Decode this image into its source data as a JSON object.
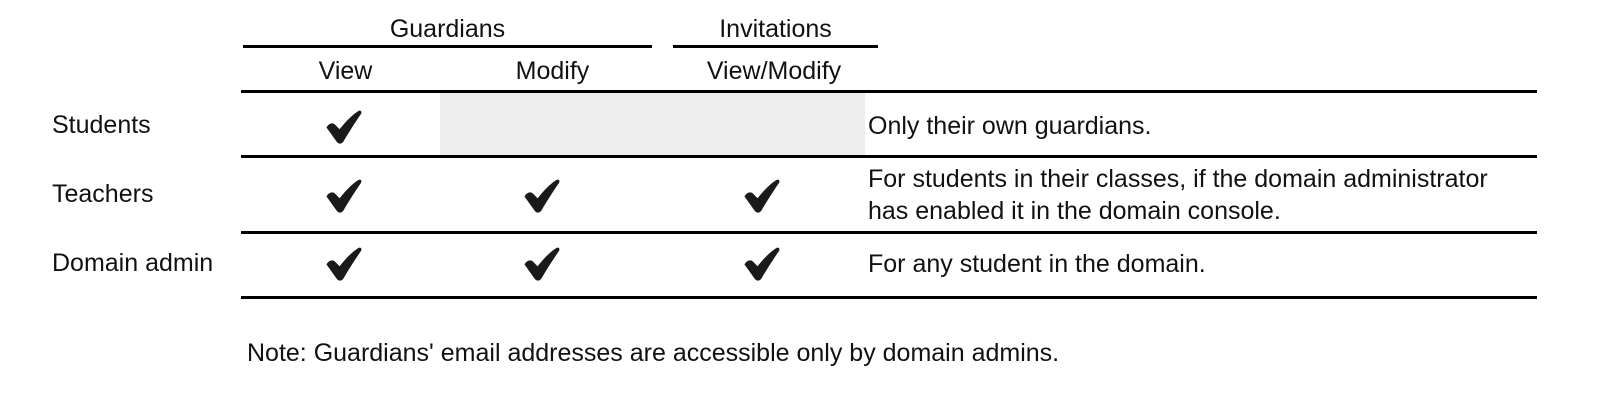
{
  "table": {
    "column_groups": [
      {
        "label": "Guardians",
        "span": 2
      },
      {
        "label": "Invitations",
        "span": 1
      }
    ],
    "columns": [
      {
        "key": "view",
        "label": "View",
        "group": "Guardians"
      },
      {
        "key": "modify",
        "label": "Modify",
        "group": "Guardians"
      },
      {
        "key": "view_modify",
        "label": "View/Modify",
        "group": "Invitations"
      }
    ],
    "rows": [
      {
        "label": "Students",
        "view": "check",
        "modify": "shaded",
        "view_modify": "empty",
        "description": "Only their own guardians."
      },
      {
        "label": "Teachers",
        "view": "check",
        "modify": "check",
        "view_modify": "check",
        "description": "For students in their classes, if the domain administrator has enabled it in the domain console."
      },
      {
        "label": "Domain admin",
        "view": "check",
        "modify": "check",
        "view_modify": "check",
        "description": "For any student in the domain."
      }
    ]
  },
  "note": "Note: Guardians' email addresses are accessible only by domain admins.",
  "icons": {
    "check": "heavy-check-mark"
  },
  "colors": {
    "text": "#111111",
    "rule": "#000000",
    "shaded_cell": "#eeeeee",
    "background": "#ffffff"
  }
}
